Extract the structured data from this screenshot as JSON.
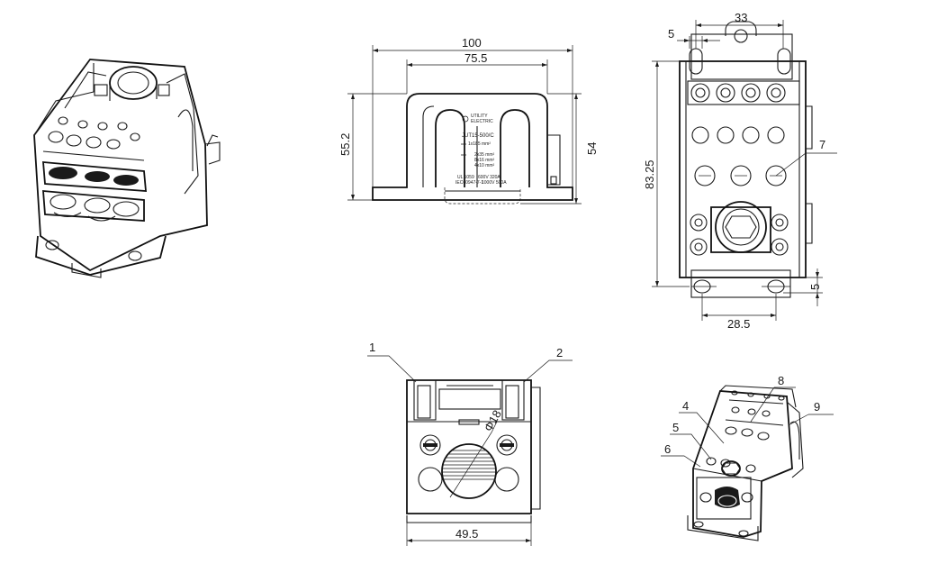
{
  "dimensions": {
    "front_width": "100",
    "front_inner_width": "75.5",
    "front_height_left": "55.2",
    "front_height_right": "54",
    "top_hole_spacing": "33",
    "top_hole_offset": "5",
    "top_height": "83.25",
    "bottom_hole_spacing": "28.5",
    "bottom_hole_offset": "5",
    "side_width": "49.5",
    "side_cable_dia": "Φ18"
  },
  "callouts": {
    "c1": "1",
    "c2": "2",
    "c4": "4",
    "c5": "5",
    "c6": "6",
    "c7": "7",
    "c8": "8",
    "c9": "9"
  },
  "label_plate": {
    "brand_line1": "UTILITY",
    "brand_line2": "ELECTRIC",
    "model": "JUT15-500/C",
    "input_spec": "1x185 mm²",
    "output_1": "2x35 mm²",
    "output_2": "8x16 mm²",
    "output_3": "4x10 mm²",
    "cert_1": "UL 1059",
    "rating_1": "600V 320A",
    "cert_2": "IEC60947-7-1",
    "rating_2": "1000V 500A"
  }
}
